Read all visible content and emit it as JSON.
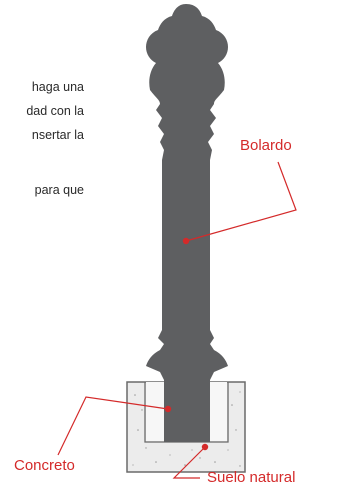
{
  "text_fragments": {
    "line1": "haga una",
    "line2": "dad con la",
    "line3": "nsertar  la",
    "line4": "para  que"
  },
  "labels": {
    "bolardo": "Bolardo",
    "concreto": "Concreto",
    "suelo": "Suelo natural"
  },
  "colors": {
    "bollard": "#5e5f61",
    "concrete": "#ebebeb",
    "label": "#d42a2a",
    "leader": "#d42a2a"
  }
}
